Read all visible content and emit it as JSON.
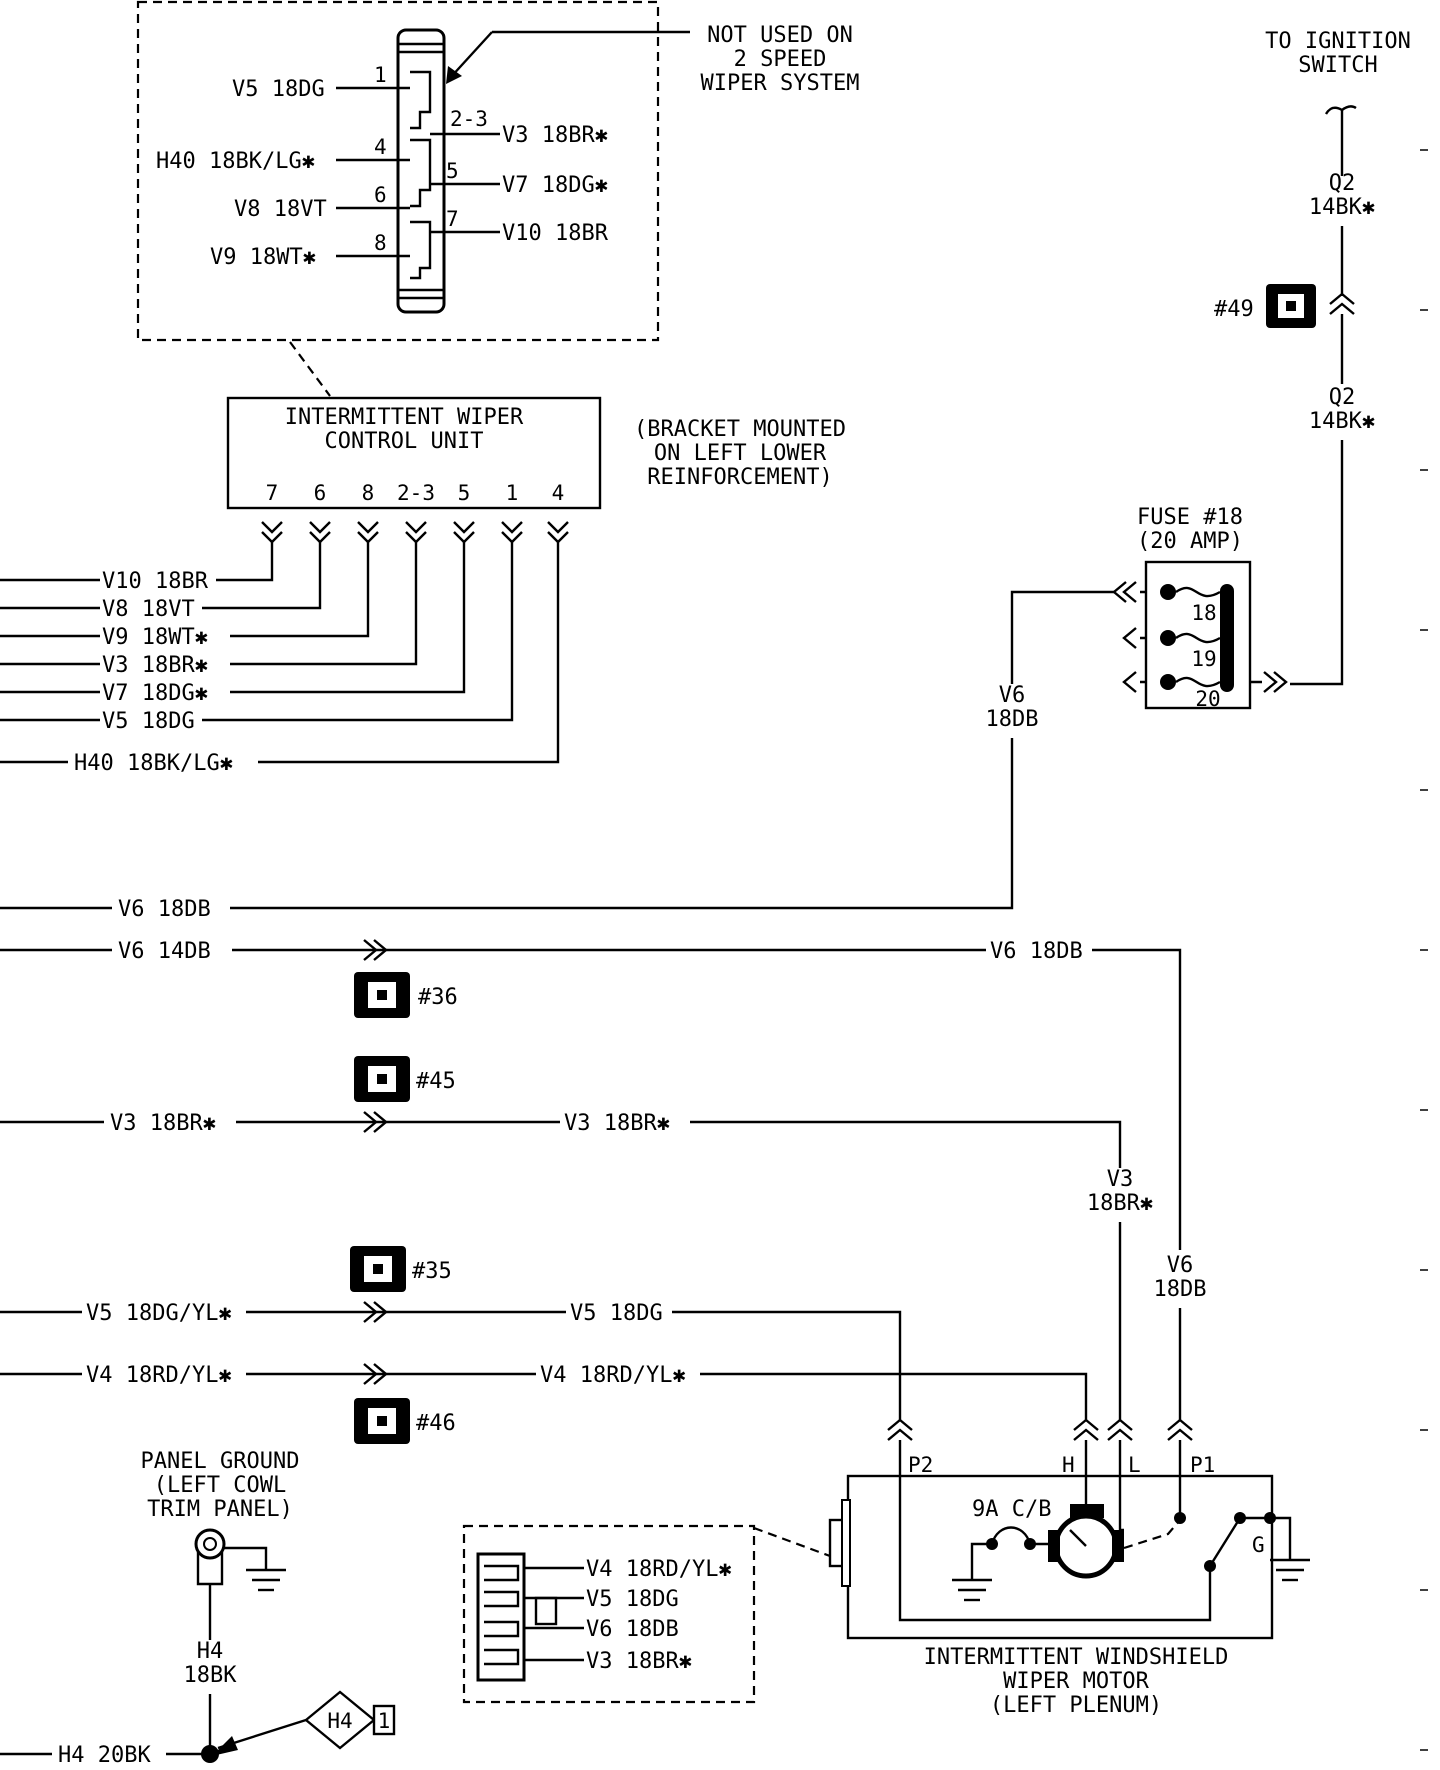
{
  "connector_top": {
    "note": [
      "NOT USED ON",
      "2 SPEED",
      "WIPER SYSTEM"
    ],
    "pins": [
      "1",
      "2-3",
      "4",
      "5",
      "6",
      "7",
      "8"
    ],
    "wires": {
      "p1": "V5 18DG",
      "p23": "V3 18BR✱",
      "p4": "H40 18BK/LG✱",
      "p5": "V7 18DG✱",
      "p6": "V8 18VT",
      "p7": "V10 18BR",
      "p8": "V9 18WT✱"
    }
  },
  "control_unit": {
    "title": [
      "INTERMITTENT WIPER",
      "CONTROL UNIT"
    ],
    "pins": [
      "7",
      "6",
      "8",
      "2-3",
      "5",
      "1",
      "4"
    ],
    "bracket_note": [
      "(BRACKET MOUNTED",
      "ON LEFT LOWER",
      "REINFORCEMENT)"
    ]
  },
  "left_bus": [
    "V10 18BR",
    "V8 18VT",
    "V9 18WT✱",
    "V3 18BR✱",
    "V7 18DG✱",
    "V5 18DG",
    "H40 18BK/LG✱"
  ],
  "ignition": {
    "label": [
      "TO IGNITION",
      "SWITCH"
    ],
    "wire_top": [
      "Q2",
      "14BK✱"
    ],
    "connector": "#49",
    "wire_bottom": [
      "Q2",
      "14BK✱"
    ]
  },
  "fuse": {
    "title": [
      "FUSE #18",
      "(20 AMP)"
    ],
    "positions": [
      "18",
      "19",
      "20"
    ]
  },
  "wires": {
    "v6_vert": [
      "V6",
      "18DB"
    ],
    "v6_18db_left": "V6 18DB",
    "v6_14db": "V6 14DB",
    "v6_18db_right": "V6 18DB",
    "v3_left": "V3 18BR✱",
    "v3_right": "V3 18BR✱",
    "v3_vert": [
      "V3",
      "18BR✱"
    ],
    "v6_vert2": [
      "V6",
      "18DB"
    ],
    "v5_left": "V5 18DG/YL✱",
    "v5_right": "V5 18DG",
    "v4_left": "V4 18RD/YL✱",
    "v4_right": "V4 18RD/YL✱"
  },
  "connectors": [
    "#36",
    "#45",
    "#35",
    "#46"
  ],
  "motor": {
    "terminals": [
      "P2",
      "H",
      "L",
      "P1"
    ],
    "breaker": "9A C/B",
    "ground_terminal": "G",
    "title": [
      "INTERMITTENT WINDSHIELD",
      "WIPER MOTOR",
      "(LEFT PLENUM)"
    ]
  },
  "motor_connector": [
    "V4 18RD/YL✱",
    "V5 18DG",
    "V6 18DB",
    "V3 18BR✱"
  ],
  "panel_ground": {
    "title": [
      "PANEL GROUND",
      "(LEFT COWL",
      "TRIM PANEL)"
    ],
    "wire": [
      "H4",
      "18BK"
    ],
    "bottom_wire": "H4 20BK",
    "ref_code": "H4",
    "ref_num": "1"
  }
}
